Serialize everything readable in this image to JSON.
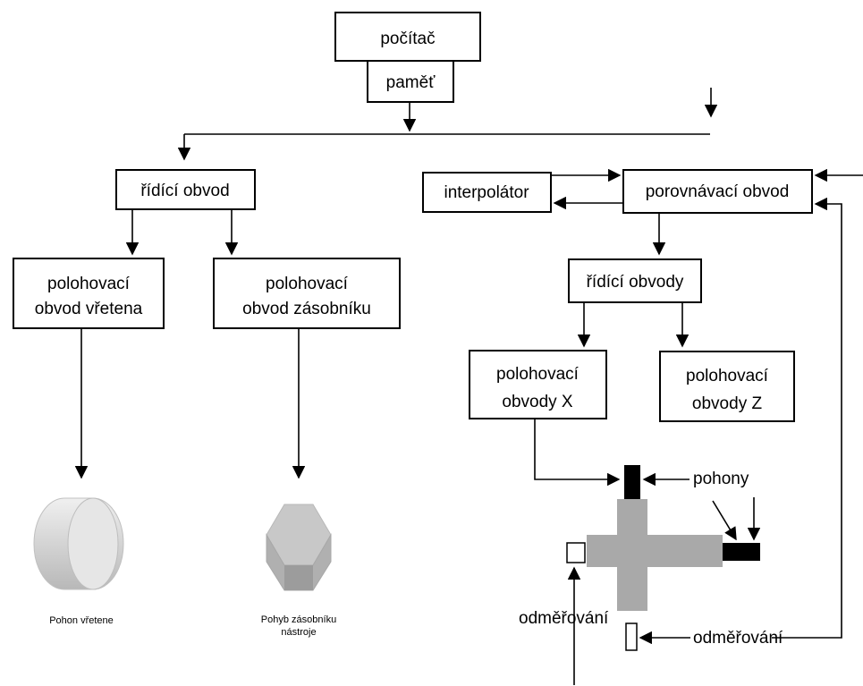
{
  "boxes": {
    "pocitac": "počítač",
    "pamet": "paměť",
    "ridici_obvod": "řídící obvod",
    "polohovaci_vreteno_line1": "polohovací",
    "polohovaci_vreteno_line2": "obvod vřetena",
    "polohovaci_zasobnik_line1": "polohovací",
    "polohovaci_zasobnik_line2": "obvod zásobníku",
    "interpolator": "interpolátor",
    "porovnavaci": "porovnávací obvod",
    "ridici_obvody": "řídící obvody",
    "polohovaci_x_line1": "polohovací",
    "polohovaci_x_line2": "obvody X",
    "polohovaci_z_line1": "polohovací",
    "polohovaci_z_line2": "obvody Z"
  },
  "labels": {
    "pohon_vretene": "Pohon vřetene",
    "pohyb_zasobniku_line1": "Pohyb zásobníku",
    "pohyb_zasobniku_line2": "nástroje",
    "pohony": "pohony",
    "odmerovani_left": "odměřování",
    "odmerovani_bottom": "odměřování"
  }
}
